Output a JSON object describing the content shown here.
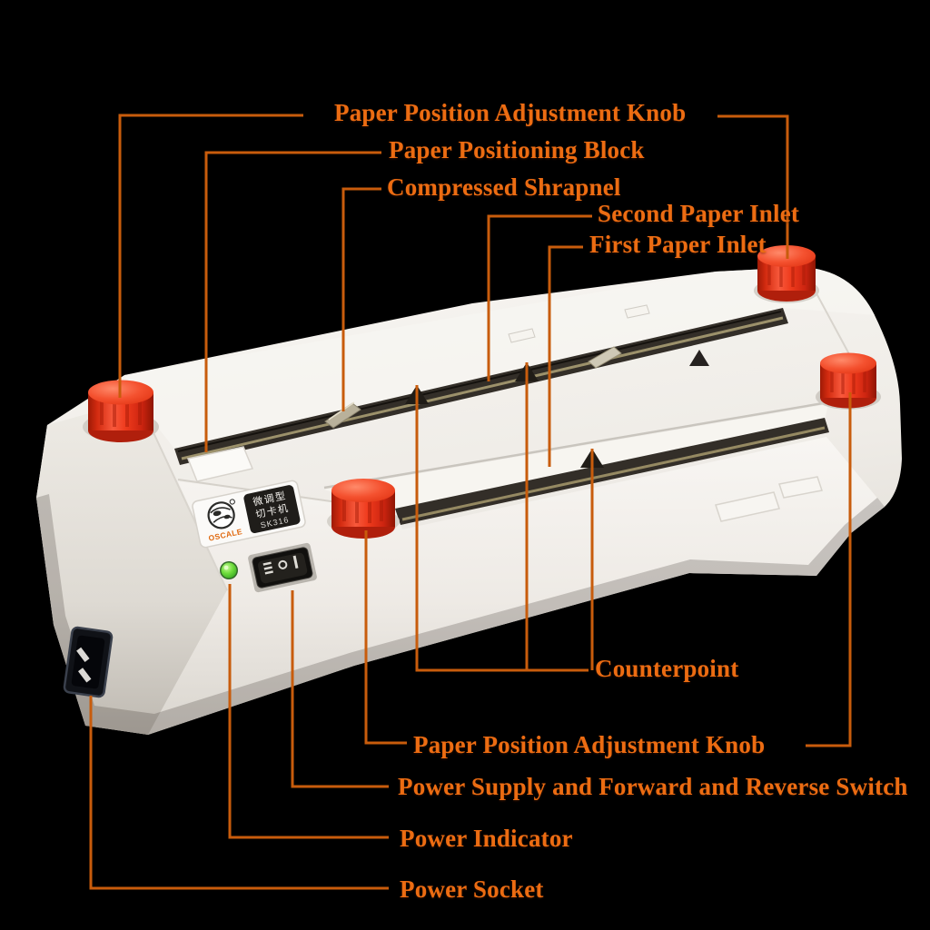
{
  "image_type": "annotated-product-diagram",
  "colors": {
    "background": "#000000",
    "label_text": "#EC6C12",
    "leader_line": "#C85C0C",
    "machine_body": "#F1EFE9",
    "knob_red": "#E83418",
    "slot_dark": "#332E28",
    "blade_brass": "#A79C72",
    "led_green": "#4CC32E",
    "badge_brand_orange": "#E06A10"
  },
  "labels": [
    {
      "id": "paper-position-adjustment-knob-top",
      "text": "Paper Position Adjustment Knob"
    },
    {
      "id": "paper-positioning-block",
      "text": "Paper Positioning Block"
    },
    {
      "id": "compressed-shrapnel",
      "text": "Compressed Shrapnel"
    },
    {
      "id": "second-paper-inlet",
      "text": "Second Paper Inlet"
    },
    {
      "id": "first-paper-inlet",
      "text": "First Paper Inlet"
    },
    {
      "id": "counterpoint",
      "text": "Counterpoint"
    },
    {
      "id": "paper-position-adjustment-knob-bottom",
      "text": "Paper Position Adjustment Knob"
    },
    {
      "id": "power-supply-forward-reverse-switch",
      "text": "Power Supply and Forward and Reverse Switch"
    },
    {
      "id": "power-indicator",
      "text": "Power Indicator"
    },
    {
      "id": "power-socket",
      "text": "Power Socket"
    }
  ],
  "machine": {
    "badge": {
      "brand": "OSCALE",
      "line1": "微调型",
      "line2": "切卡机",
      "model": "SK316"
    },
    "switch_markings": "≡ O |"
  }
}
